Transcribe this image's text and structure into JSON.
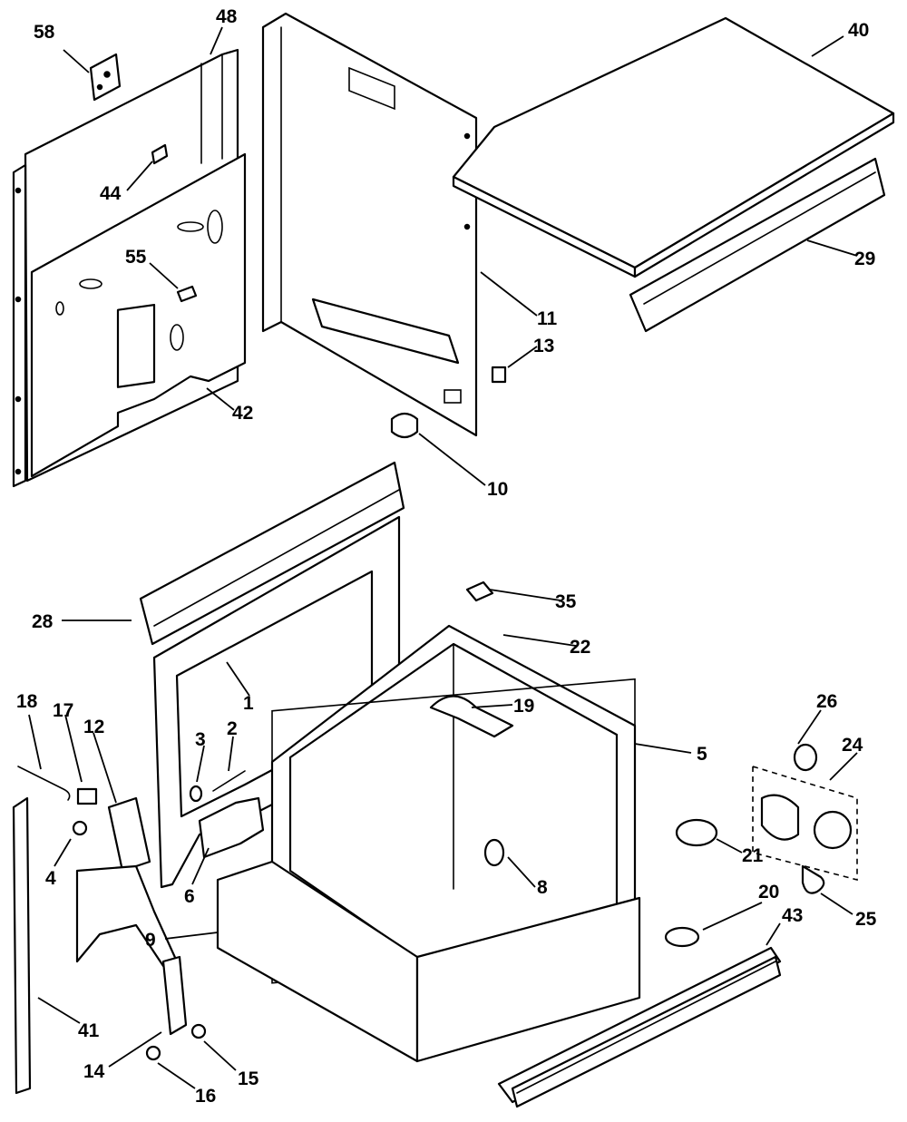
{
  "callouts": [
    {
      "key": "n58",
      "text": "58"
    },
    {
      "key": "n48",
      "text": "48"
    },
    {
      "key": "n40",
      "text": "40"
    },
    {
      "key": "n44",
      "text": "44"
    },
    {
      "key": "n55",
      "text": "55"
    },
    {
      "key": "n42",
      "text": "42"
    },
    {
      "key": "n11",
      "text": "11"
    },
    {
      "key": "n13",
      "text": "13"
    },
    {
      "key": "n29",
      "text": "29"
    },
    {
      "key": "n10",
      "text": "10"
    },
    {
      "key": "n35",
      "text": "35"
    },
    {
      "key": "n28",
      "text": "28"
    },
    {
      "key": "n22",
      "text": "22"
    },
    {
      "key": "n1",
      "text": "1"
    },
    {
      "key": "n19",
      "text": "19"
    },
    {
      "key": "n18",
      "text": "18"
    },
    {
      "key": "n17",
      "text": "17"
    },
    {
      "key": "n12",
      "text": "12"
    },
    {
      "key": "n3",
      "text": "3"
    },
    {
      "key": "n2",
      "text": "2"
    },
    {
      "key": "n26",
      "text": "26"
    },
    {
      "key": "n24",
      "text": "24"
    },
    {
      "key": "n5",
      "text": "5"
    },
    {
      "key": "n21",
      "text": "21"
    },
    {
      "key": "n4",
      "text": "4"
    },
    {
      "key": "n6",
      "text": "6"
    },
    {
      "key": "n8",
      "text": "8"
    },
    {
      "key": "n20",
      "text": "20"
    },
    {
      "key": "n43",
      "text": "43"
    },
    {
      "key": "n25",
      "text": "25"
    },
    {
      "key": "n9",
      "text": "9"
    },
    {
      "key": "n41",
      "text": "41"
    },
    {
      "key": "n14",
      "text": "14"
    },
    {
      "key": "n15",
      "text": "15"
    },
    {
      "key": "n16",
      "text": "16"
    }
  ]
}
